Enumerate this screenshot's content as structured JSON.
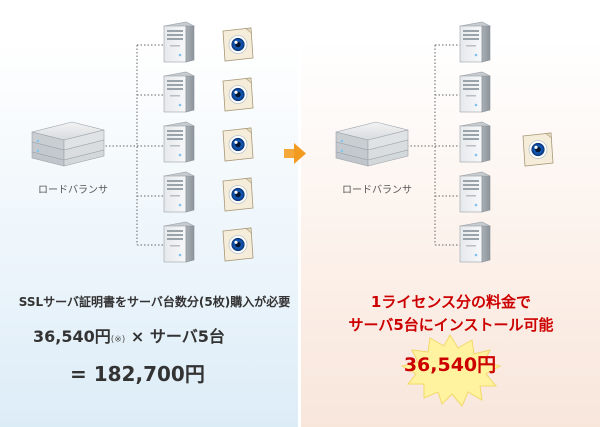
{
  "left": {
    "load_balancer_label": "ロードバランサ",
    "caption": "SSLサーバ証明書をサーバ台数分(5枚)購入が必要",
    "price": "36,540円",
    "price_note": "(※)",
    "multiplier": " × サーバ5台",
    "total": "= 182,700円"
  },
  "right": {
    "load_balancer_label": "ロードバランサ",
    "line1": "1ライセンス分の料金で",
    "line2": "サーバ5台にインストール可能",
    "price": "36,540円"
  },
  "colors": {
    "left_bg": "#dcecf7",
    "right_bg": "#f8e6db",
    "accent_red": "#cc0000",
    "arrow_orange": "#f39a21",
    "burst_yellow": "#fff3a0"
  },
  "icons": {
    "server": "server-tower-icon",
    "load_balancer": "load-balancer-icon",
    "certificate": "ssl-certificate-eye-icon",
    "arrow": "arrow-right-icon"
  }
}
